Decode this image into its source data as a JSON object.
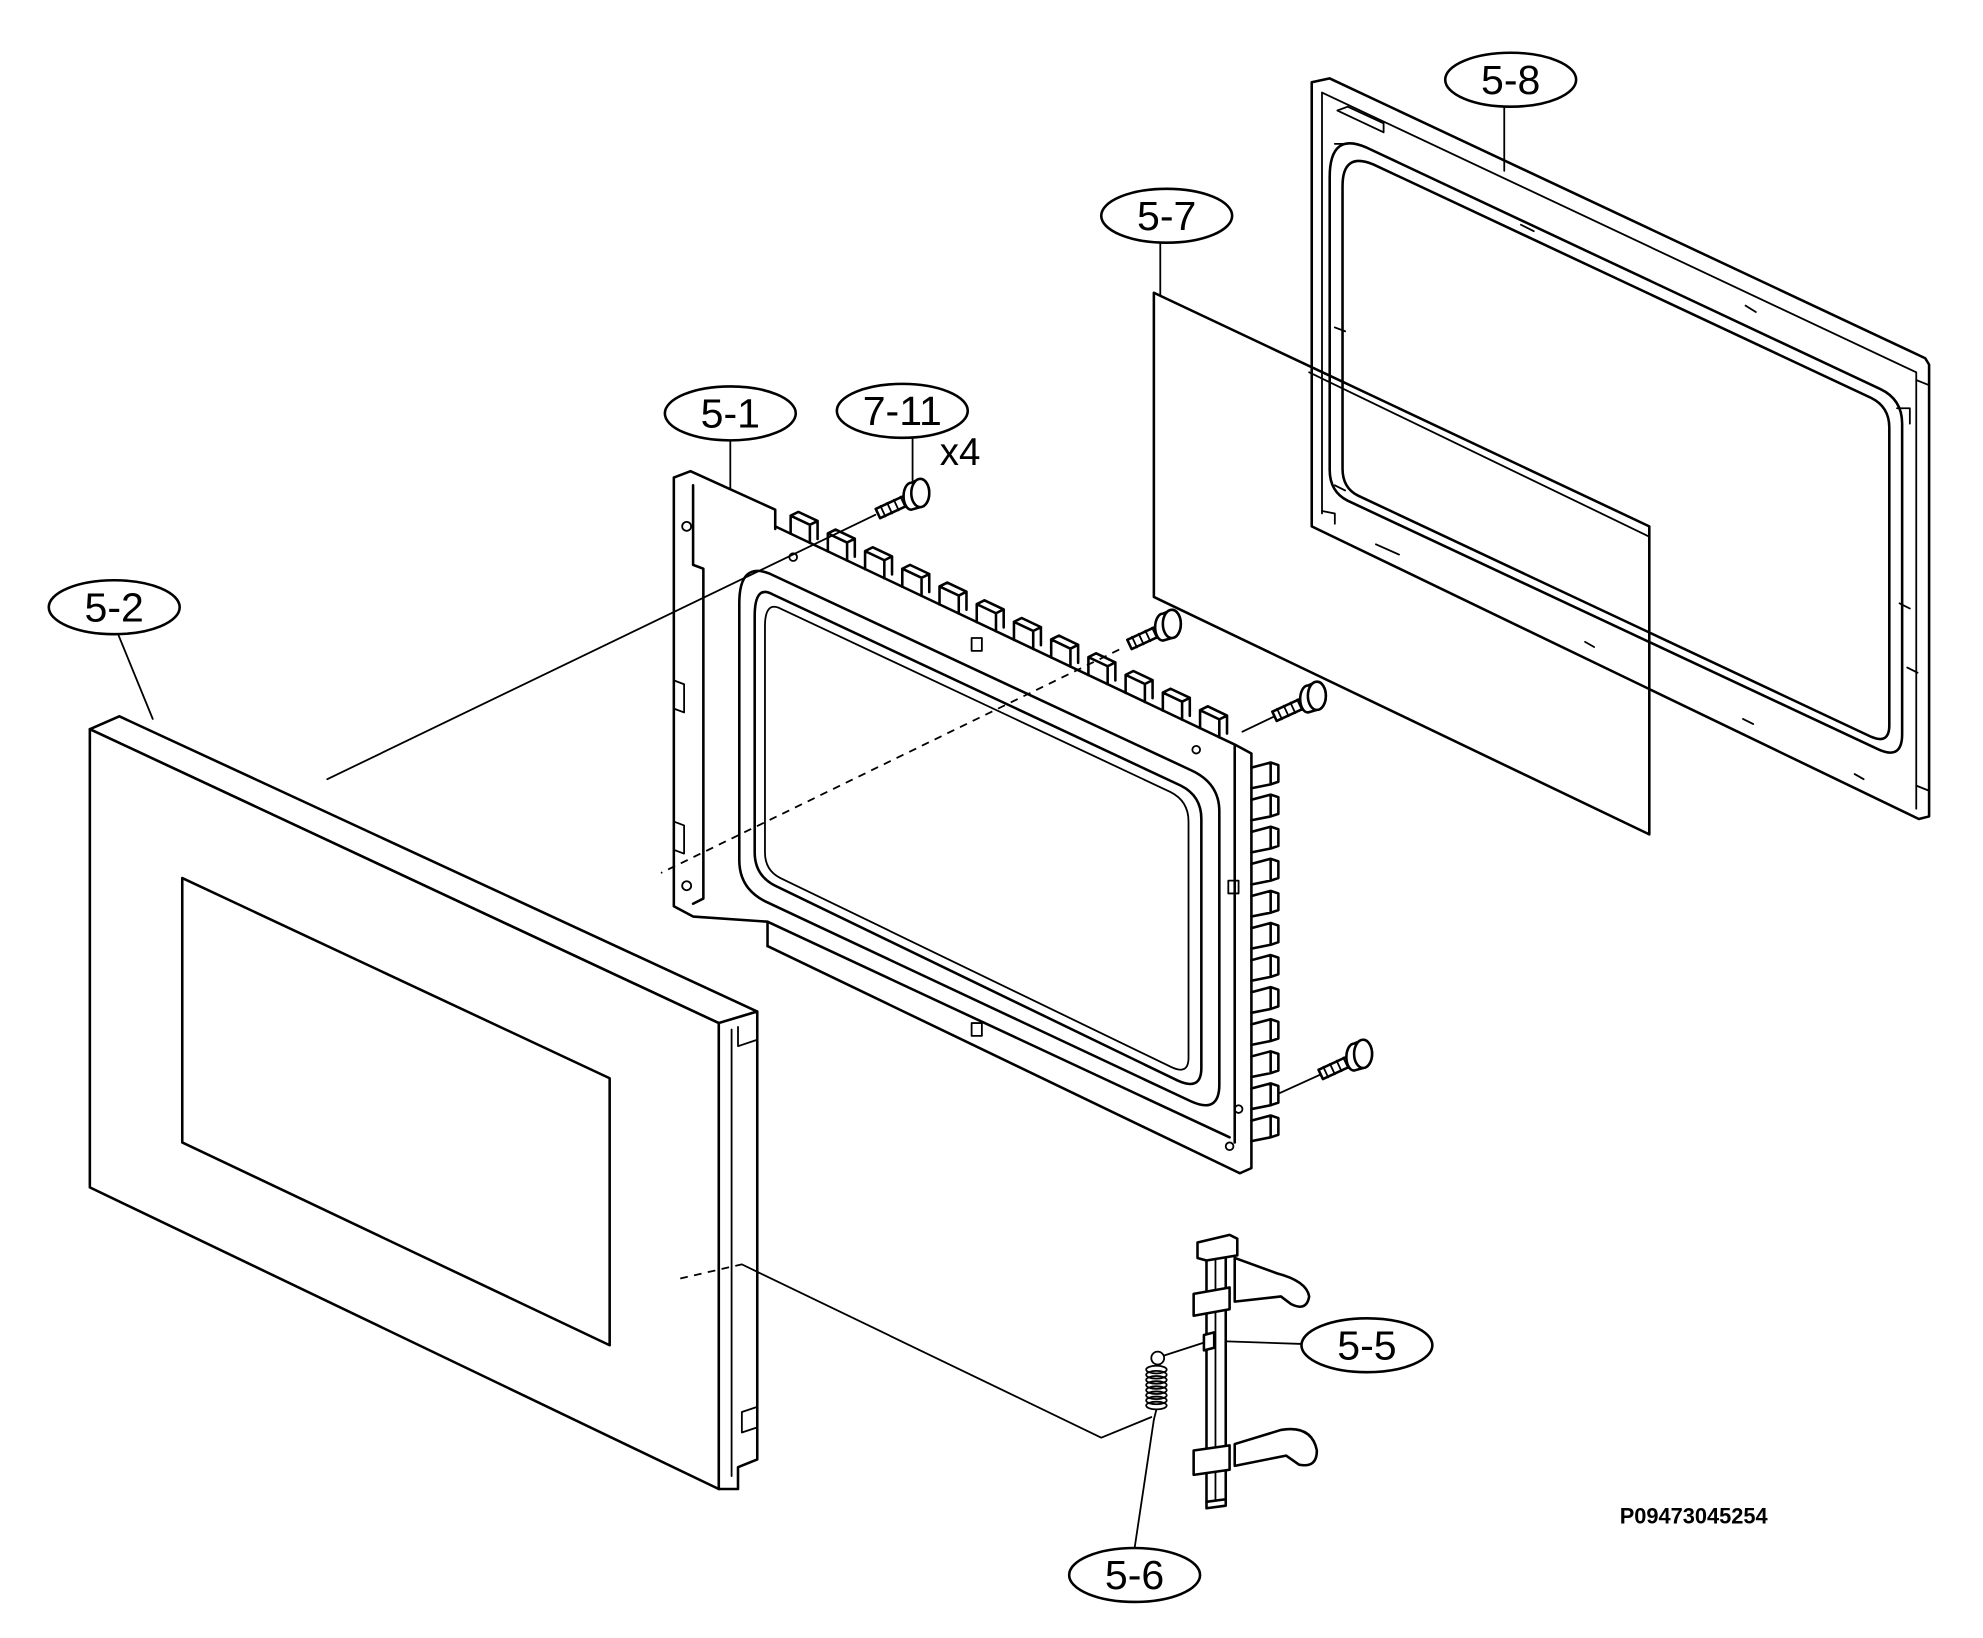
{
  "callouts": {
    "part_5_8": "5-8",
    "part_5_7": "5-7",
    "part_5_1": "5-1",
    "part_7_11": "7-11",
    "part_7_11_qty": "x4",
    "part_5_2": "5-2",
    "part_5_5": "5-5",
    "part_5_6": "5-6"
  },
  "drawing_number": "P09473045254",
  "colors": {
    "line": "#000000",
    "background": "#ffffff"
  }
}
